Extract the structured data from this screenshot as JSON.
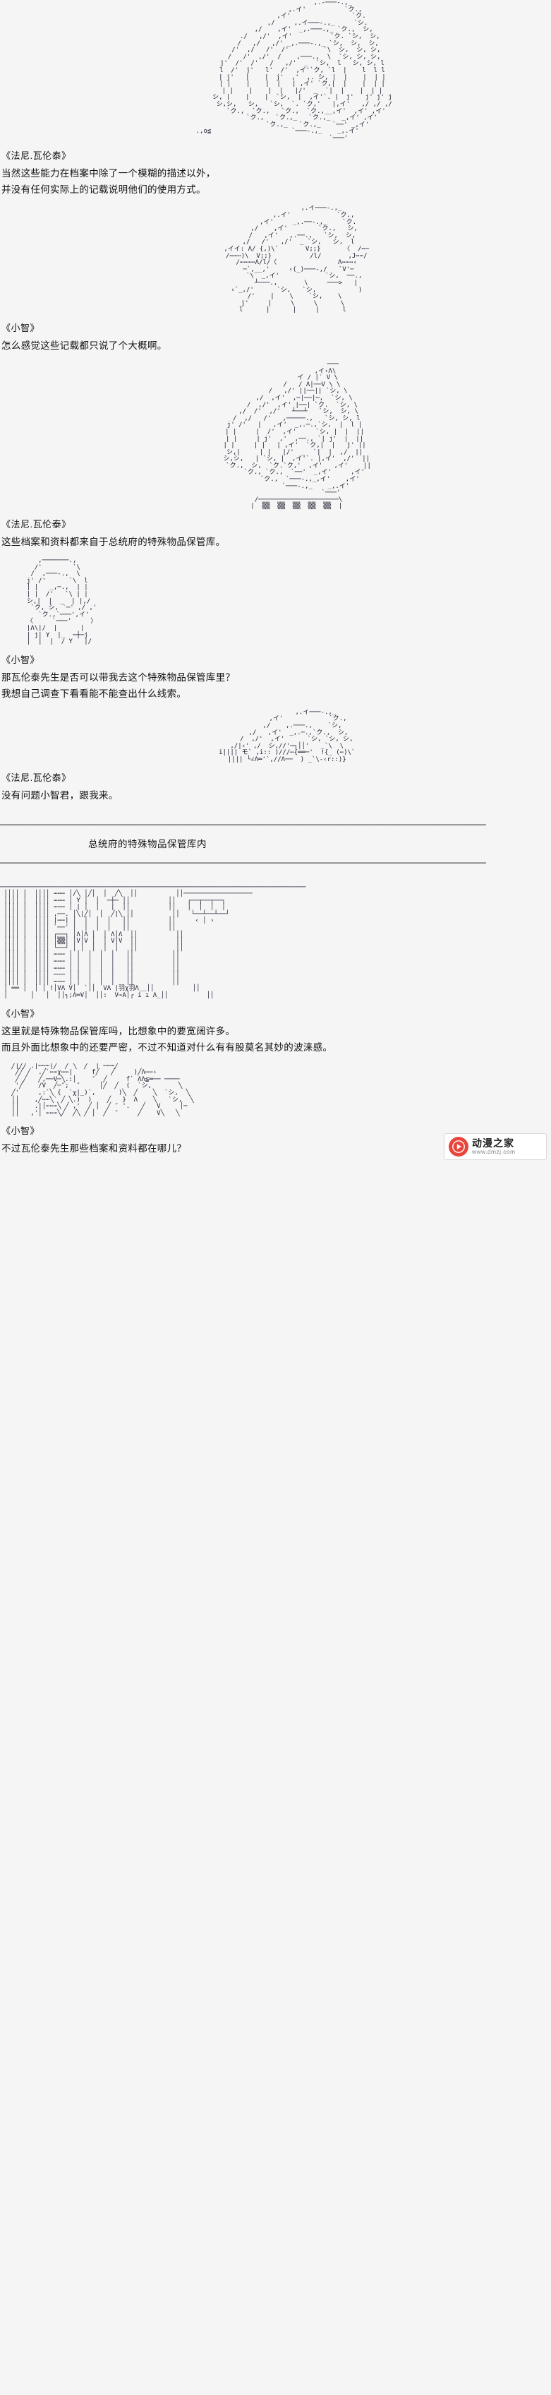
{
  "meta": {
    "kind": "ascii-art-visual-novel-page",
    "background_color": "#f5f5f5",
    "text_color": "#111111"
  },
  "blocks": [
    {
      "type": "ascii",
      "name": "ascii-art-portrait-1",
      "align": "center",
      "art": "                              ,.-───-.,_\n                          ,.イ'          `ク.,\n                        ,イ'                `ク.\n                      ,/     ,.イ───-.,_     `シ.\n                    ,/    ,イ'  _,.───.,_ `ク.,  シ,\n                  ./   ,/'  ,イ'          `ク. `シ,  シ,\n                 /   ,/   ,/' _,.───-.,_ `シ,  シ,  シ,\n                /'  ,/   /'  /'         `\\  シ,  シ, シ,\n               /   /'  ,/'  /    ,───.,  \\  `シ, シ, シ,\n              j'  /'  /'   /   ,/'  _  `シ,  l   シ, シ, l\n              l  /'  j'   l'  /'  ,イ'`ク, `l  |    l  l l\n              | j'   |    |  j'  ,'  ,. シ, |  |    |  | |\n              | |    |    |  |   | ,イ' `ク,|  |    |  | |\n              | |    |    |  |   |/'  _  `|  |    |  | |\n              シ, |    |    |  `シ,  |  ,イ'`. |  j'   j' j' j\n               シ,シ,   シ,   `シ,  `. `ク,'   |,イ'   ,/ ,/ ,/\n                `ク.,  `ク.,   `ク.,  `ク.,__,イ'  ,イ' ,イ'\n                   `ク.,   `ク.,_   `ク.,_   _,イ' ,イ'\n                      `ク.,_   `ク.,_   `──' _,イ'\n .,o≦                     `───-.,_    _,.イ'\n                                 `───'"
    },
    {
      "type": "dialogue",
      "name": "dialogue-1",
      "speaker": "《法尼.瓦伦泰》",
      "lines": [
        "当然这些能力在档案中除了一个模糊的描述以外，",
        "并没有任何实际上的记载说明他们的使用方式。"
      ]
    },
    {
      "type": "ascii",
      "name": "ascii-art-portrait-2",
      "align": "center",
      "art": "                        ,.イ───-.,_\n                    ,.イ'            `ク.,\n                 ,イ'     _,.──-.,_    `ク.\n               ,/    ,イ'        `ク.,   シ,\n              /   ,イ'   ,.──.,   `シ,  シ,\n            ,/   /'   ,/'  _ `シ,   シ,  l\n           ,イイ: Λ/ {,)\\`       V;;}      〈  /⋯─\n           /⋯⋯⋯)\\  V;;}          /l/       ,J⋯⋯/\n           /⋯⋯⋯⋯Λ/l/〈                Λ⋯⋯⋯‹\n            ─`,__,'     ‹(_)───-,/   `V'─\n               `\\  _,イ'            `シ,  ──.,\n                ┴───.,       \\     ───>   |\n           ‹`_,/'      `シ,   `シ,           )\n          /'    |    \\    `シ,    \\\n         j'     |     \\     \\      \\\n         l      |      |     |      l"
    },
    {
      "type": "dialogue",
      "name": "dialogue-2",
      "speaker": "《小智》",
      "lines": [
        "怎么感觉这些记载都只说了个大概啊。"
      ]
    },
    {
      "type": "ascii",
      "name": "ascii-art-portrait-3",
      "align": "center",
      "art": "                              ───\n                          ,イ‹Λ\\\n                      イ / |′ V \\\n                   /   / Λ|──V \\ \\\n                 /   ,/' ||──|| `シ, \\\n               ,/  ,イ'  ,─|──|─,  `シ, \\\n              /  ,/'  ,イ' |──| `ク.  `シ, \\\n            ,/  /'  ,/'   ┴──┴   `シ,  シ, \\\n           /  ,/   /'   ,─────.,   `シ, シ, l\n          j' /'   |   ,イ'  _,.─.,`シ,  |  l |\n          | |     |  /'  ,イ'     `シ, |  |  ||\n          | |     | j'  ,'  ,──., `| j'  |  ||\n          | |     | |   | ,イ'  `ク,|  |   j' ||\n          シ,|     | |   |/'  _  `|  |  ,/  ||\n           シ,シ,   | `シ, |  ,イ'`. |,イ'  ,/'  ||\n            `ク.,  シ,  `ク.`ク,'  ,イ'   ,イ'    ||\n               `ク., `ク.,  `──'  _,イ'     ,イ'\n                  `ク.,  `───-.,_,イ'    ,イ'\n                     `───-.,_    _,.イ'\n                             `───'\n            /─────────────────────\\\n           |  ▒▒  ▒▒  ▒▒  ▒▒  ▒▒  |"
    },
    {
      "type": "dialogue",
      "name": "dialogue-3",
      "speaker": "《法尼.瓦伦泰》",
      "lines": [
        "这些档案和资料都来自于总统府的特殊物品保管库。"
      ]
    },
    {
      "type": "ascii",
      "name": "ascii-art-portrait-4",
      "align": "left",
      "art": "          ,───────.,\n         /'        `\\\n        /  ,───-.,  \\\n       j' /'      `\\  l\n       | |   _,─.,  | |\n       | |  /'   `\\ | |\n       シ,|  |  _  | |,/\n        `ク, シ, `─' ,/ ,'\n          `ク.,`───',イ'\n       〈     `───'     〉\n       |Λ\\|/  |      |\n       | j| Y  |_  ─┼─j\n       |  |  |  / Y   |/"
    },
    {
      "type": "dialogue",
      "name": "dialogue-4",
      "speaker": "《小智》",
      "lines": [
        "那瓦伦泰先生是否可以带我去这个特殊物品保管库里？",
        "我想自己调查下看看能不能查出什么线索。"
      ]
    },
    {
      "type": "ascii",
      "name": "ascii-art-portrait-5",
      "align": "center",
      "art": "                     ,.イ───-.,_\n                 ,イ'            `ク.,\n              ,/    ,.───.,    `シ,\n            ,/   ,イ'  _,.─.,`ク.,  シ,\n           /  ,/'  ,イ'      `シ, `シ, シ,\n      ,/|‹' ,/  シ,//'─┐││'   _`\\  \\\n      i|||| モ` ,i:: )///⋯{══─'  !{_ (⋯)\\`\n      |||| └∠Λ═'`,//Λ──  ) _`\\-‹r::)}"
    },
    {
      "type": "dialogue",
      "name": "dialogue-5",
      "speaker": "《法尼.瓦伦泰》",
      "lines": [
        "没有问题小智君，跟我来。"
      ]
    },
    {
      "type": "scene",
      "name": "scene-divider",
      "title": "总统府的特殊物品保管库内",
      "rule": "────────────────────────────────────────────────────────────────────────────────────────────────────────"
    },
    {
      "type": "ascii",
      "name": "ascii-art-warehouse-interior",
      "align": "left",
      "art": "────────────────────────────────────────────────────────────────────────────────\n ││││ │  ││││ ⋯⋯⋯ │/╲ │╱│  │  ╱╲  ││          ││──────────────────\n ││││ │  ││││ ⋯⋯⋯ │ Y │  │  ─┼─ ││          ││   ┌──┬──┬──┐\n ││││ │  ││││ ⋯⋯⋯ │ | │  │   |  ││          ││   │  │  │  │\n ││││ │  ││││ ,──. │╲|╱│  │  ╱|╲ ││          ││   └──┴──┴──┘\n ││││ │  ││││ |⋯⋯| │  │  │  │   ││          ││     ‹ │ ›\n ││││ │  ││││ `──' │  │  │  │   ││          ││\n ││││ │  ││││ ┌──┐ │Λ│Λ │  │ Λ│Λ  ││          ││\n ││││ │  ││││ │▒▒│ │V│V │  │ V│V  ││          ││\n ││││ │  ││││ └──┘ │ │  │  │  │   ││          ││\n ││││ │  ││││ ⋯⋯⋯ │ │  │  │  │   ││          ││\n ││││ │  ││││ ⋯⋯⋯ │ │  │  │  │   ││          ││\n ││││ │  ││││ ⋯⋯⋯ │ │  │  │  │   ││          ││\n ││││ │  ││││ ─── │ │  │  │  │   ││          ││\n ││││ │  ││││ ⋯⋯⋯ │ │  │  │  │   ││          ││\n │ ══ │  │ │ !│VΛ V│  `││  VΛ |羽χ羽Λ__││          ││\n │      │   │  ││┐;Λ═V│  ││:  V⋯A│┌ i ı Λ_││          ││"
    },
    {
      "type": "dialogue",
      "name": "dialogue-6",
      "speaker": "《小智》",
      "lines": [
        "这里就是特殊物品保管库吗，比想象中的要宽阔许多。",
        "而且外面比想象中的还要严密，不过不知道对什么有有股莫名其妙的波涞感。"
      ]
    },
    {
      "type": "ascii",
      "name": "ascii-art-warehouse-figure",
      "align": "left",
      "art": "   ╱|╱╱ .|⋯⋯⋯|╱  ╱ ╲  ╱  │ ⋯⋯⋯╱\n    ╱╱ ╱  .╱`⋯⋯χ⋯⋯|     f╱   ╱     )╱Λ⋯⋯›\n    ╱ ╱   ╱,──V─╲.:│    ″  ╱     f` ΛΛ≦═── ────\n    '╱    /V  ╱─″;  ″     │╱  ╱  (  `シ,       ╲\n   ╱'     ,:`╲ {  `χ|_)`,      )╲  ╱    ╲  `シ,  ╲\n   ││    ,╱⋯⋯╲` ╱ ╲.)  )    ╱   }  Λ    ╲   `シ,  ╲\n   ││    .|│⋯⋯⋯╲ ╱ ,'  ╱ │  ╱ ″ '.   ╱   V     │─\n   ││   ,'│ ⋯⋯⋯╲╱  ╱╲ ╱ │  ╱  ″     ╱    V╲   ╲"
    },
    {
      "type": "dialogue",
      "name": "dialogue-7",
      "speaker": "《小智》",
      "lines": [
        "不过瓦伦泰先生那些档案和资料都在哪儿？"
      ]
    }
  ],
  "footer": {
    "name": "footer-watermark",
    "brand": "动漫之家",
    "url": "www.dmzj.com",
    "brand_color": "#e8453c",
    "icon": "play-circle-icon"
  }
}
